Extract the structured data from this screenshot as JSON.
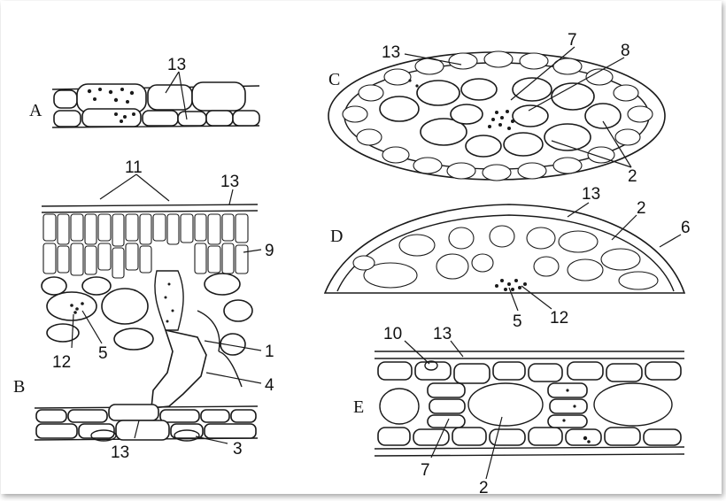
{
  "panels": {
    "a": "A",
    "b": "B",
    "c": "C",
    "d": "D",
    "e": "E"
  },
  "labels": {
    "a13": "13",
    "b11": "11",
    "b13top": "13",
    "b9": "9",
    "b12": "12",
    "b5": "5",
    "b1": "1",
    "b4": "4",
    "b13bottom": "13",
    "b3": "3",
    "c13": "13",
    "c7": "7",
    "c8": "8",
    "c2": "2",
    "d13": "13",
    "d2": "2",
    "d6": "6",
    "d5": "5",
    "d12": "12",
    "e10": "10",
    "e13": "13",
    "e7": "7",
    "e2": "2"
  }
}
